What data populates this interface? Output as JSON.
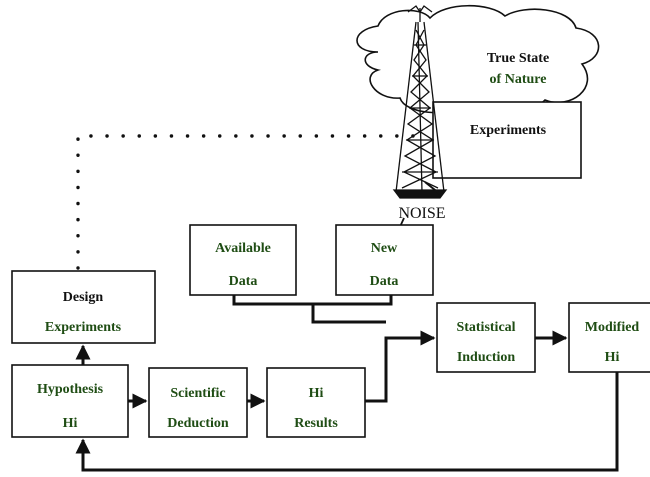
{
  "colors": {
    "black_text": "#111111",
    "green_text": "#1f4d14",
    "stroke": "#111111"
  },
  "icons": {
    "cloud": "cloud-icon",
    "tower": "radio-tower-icon"
  },
  "nodes": {
    "true_state": {
      "line1": "True State",
      "line2": "of Nature"
    },
    "experiments": {
      "label": "Experiments"
    },
    "noise": {
      "label": "NOISE"
    },
    "available_data": {
      "line1": "Available",
      "line2": "Data"
    },
    "new_data": {
      "line1": "New",
      "line2": "Data"
    },
    "design_experiments": {
      "line1": "Design",
      "line2": "Experiments"
    },
    "hypothesis": {
      "line1": "Hypothesis",
      "line2": "Hi"
    },
    "scientific_deduction": {
      "line1": "Scientific",
      "line2": "Deduction"
    },
    "hi_results": {
      "line1": "Hi",
      "line2": "Results"
    },
    "statistical_induction": {
      "line1": "Statistical",
      "line2": "Induction"
    },
    "modified_hi": {
      "line1": "Modified",
      "line2": "Hi"
    }
  }
}
